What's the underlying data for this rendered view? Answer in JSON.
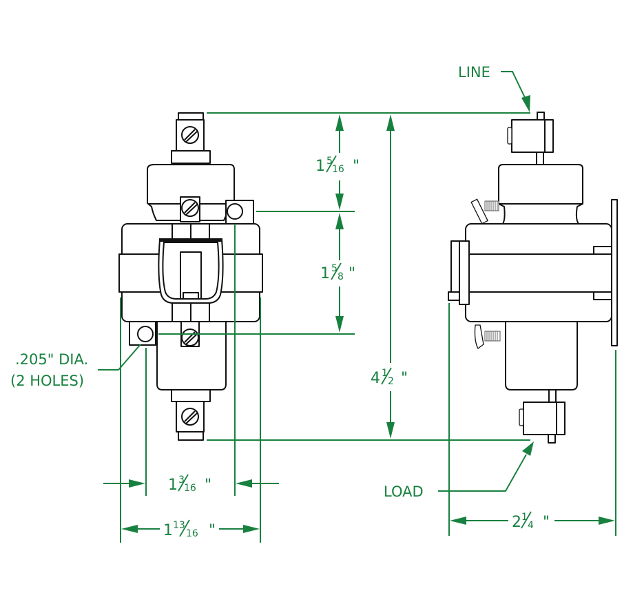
{
  "diagram": {
    "title": "Fuse holder / cutout dimensional drawing",
    "line_color": "#18813f",
    "part_color": "#111111",
    "views": [
      "front-view",
      "side-view"
    ],
    "callouts": {
      "line": "LINE",
      "load": "LOAD",
      "hole_dia": ".205\" DIA.",
      "hole_count": "(2 HOLES)"
    },
    "dimensions": {
      "upper_height": {
        "whole": "1",
        "num": "5",
        "den": "16",
        "unit": "\"",
        "value_in": 1.3125
      },
      "mount_spacing": {
        "whole": "1",
        "num": "5",
        "den": "8",
        "unit": "\"",
        "value_in": 1.625
      },
      "overall_height": {
        "whole": "4",
        "num": "1",
        "den": "2",
        "unit": "\"",
        "value_in": 4.5
      },
      "inner_width": {
        "whole": "1",
        "num": "3",
        "den": "16",
        "unit": "\"",
        "value_in": 1.1875
      },
      "overall_width": {
        "whole": "1",
        "num": "13",
        "den": "16",
        "unit": "\"",
        "value_in": 1.8125
      },
      "depth": {
        "whole": "2",
        "num": "1",
        "den": "4",
        "unit": "\"",
        "value_in": 2.25
      }
    }
  }
}
